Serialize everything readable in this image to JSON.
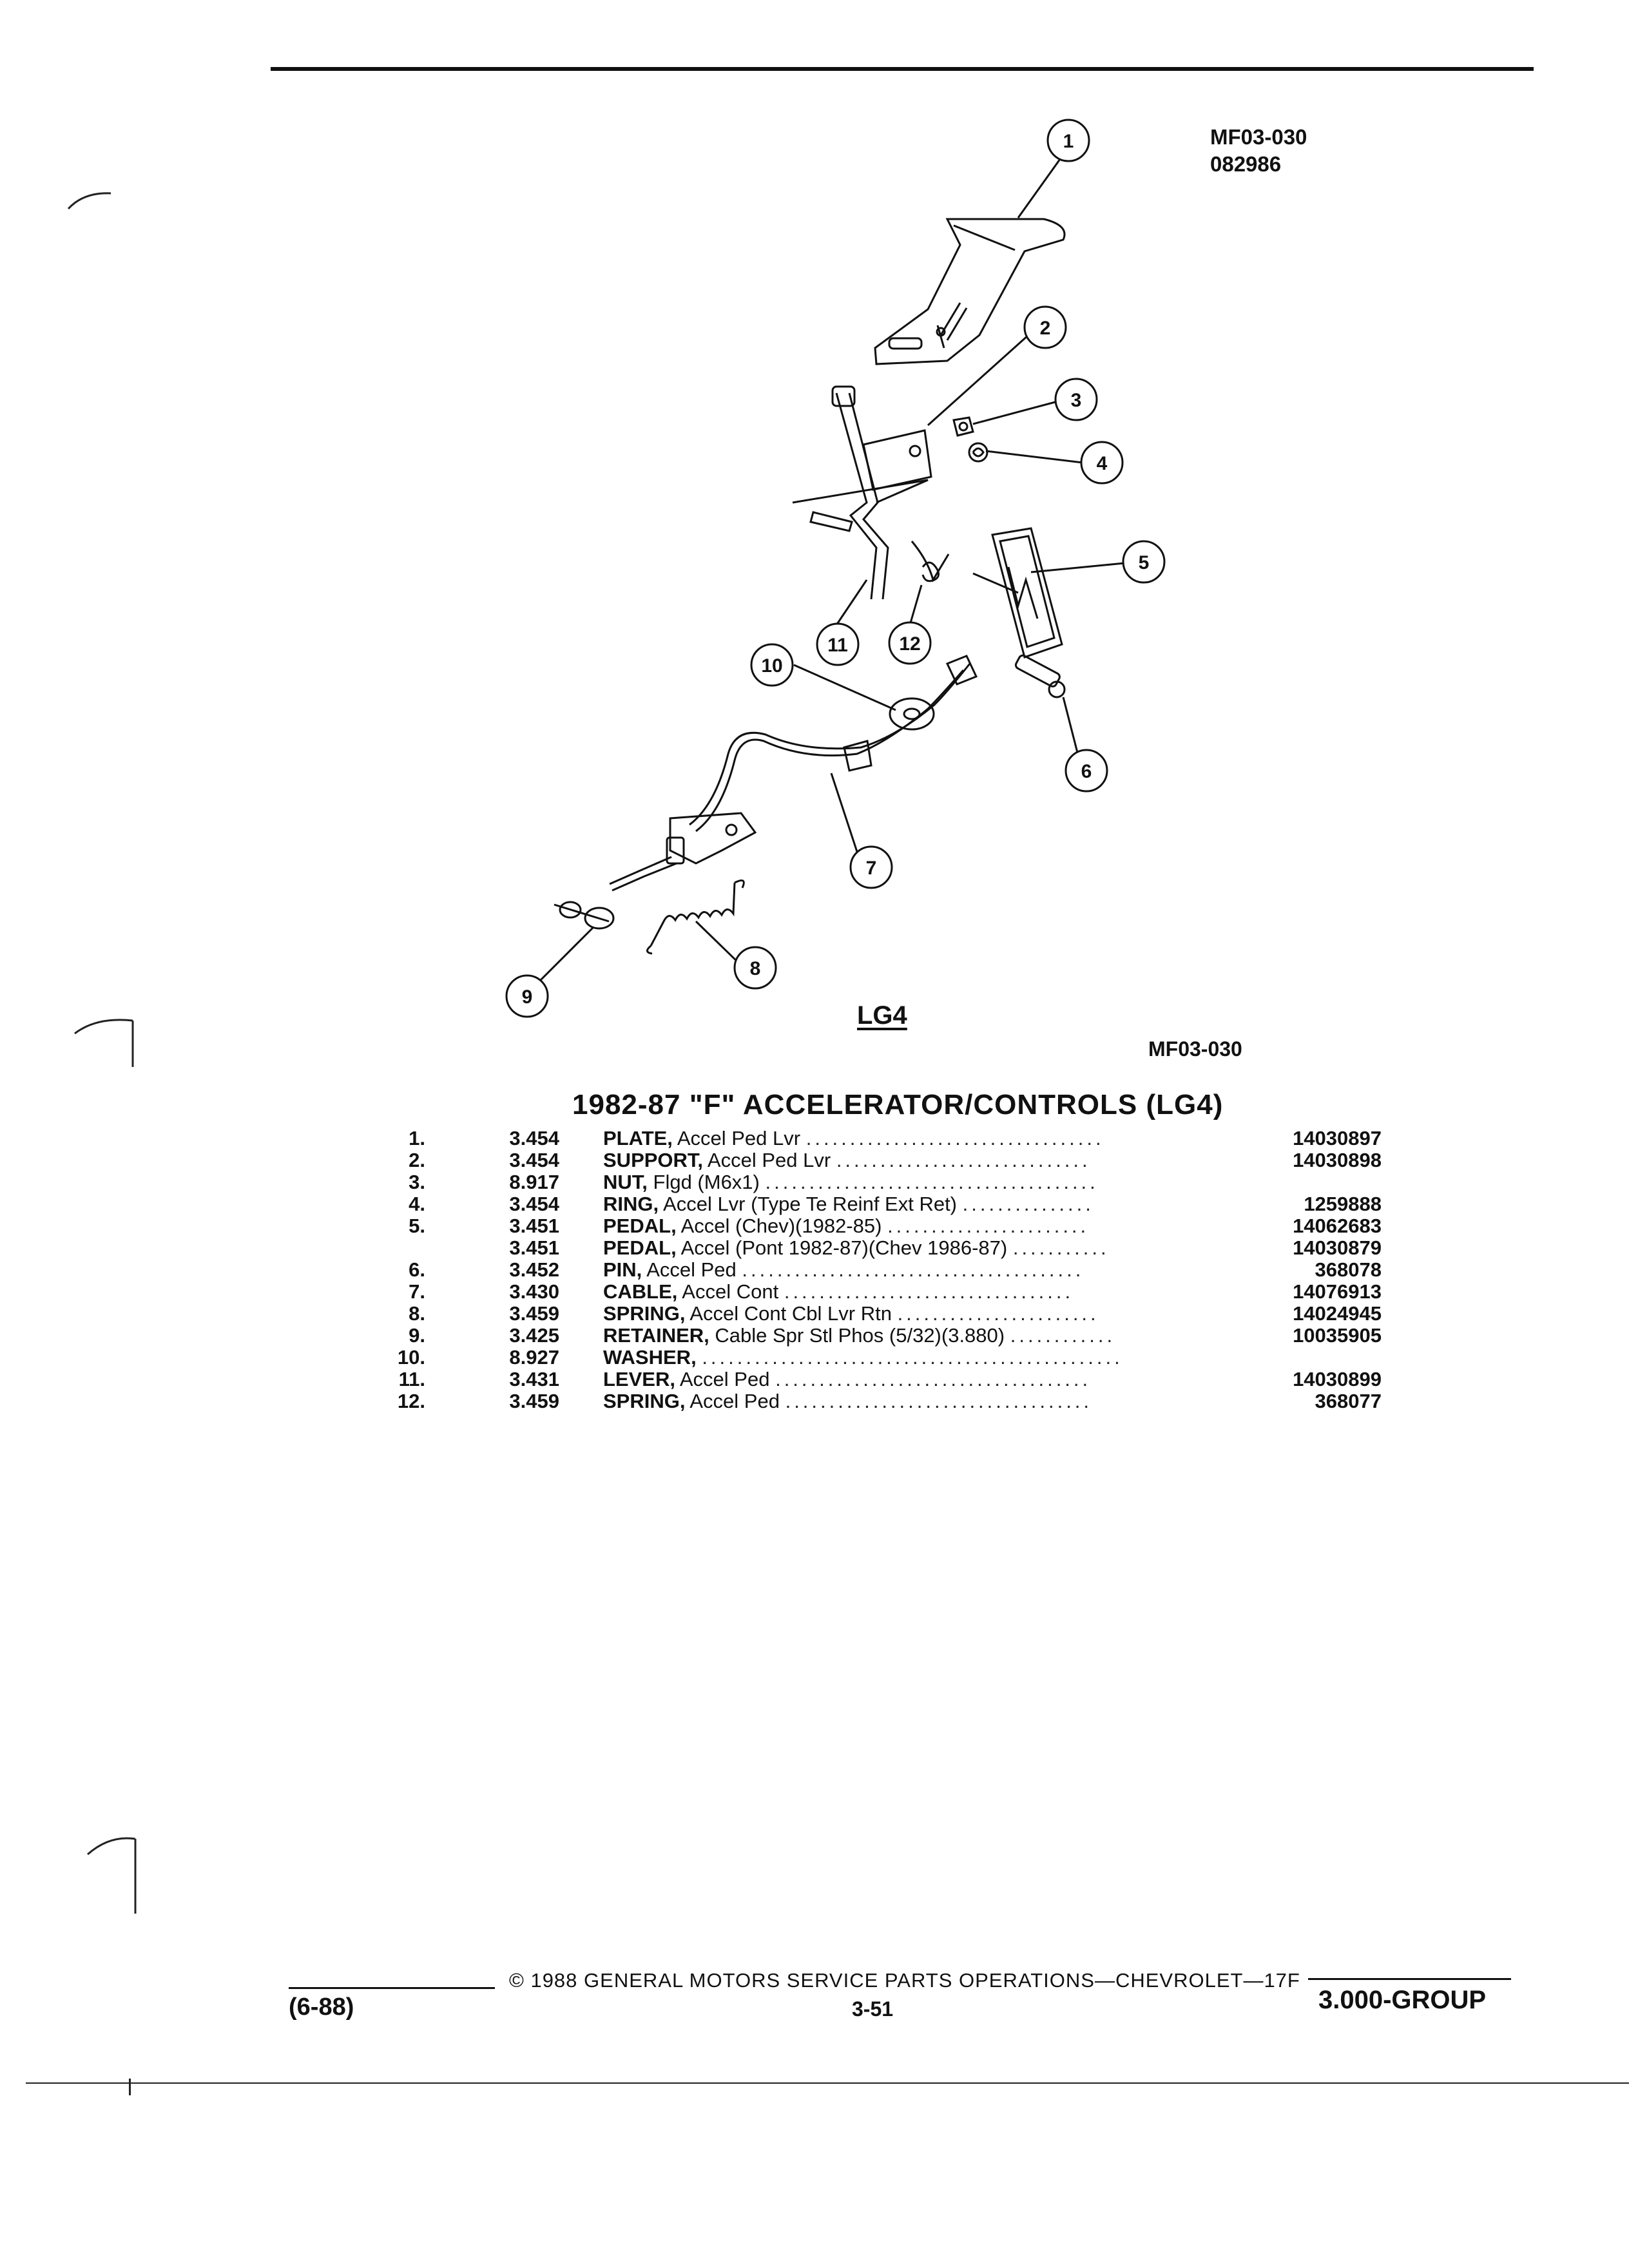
{
  "header": {
    "illustration_code": "MF03-030",
    "illustration_date": "082986"
  },
  "figure": {
    "callouts": [
      "1",
      "2",
      "3",
      "4",
      "5",
      "6",
      "7",
      "8",
      "9",
      "10",
      "11",
      "12"
    ],
    "engine_label": "LG4",
    "illustration_code_lower": "MF03-030"
  },
  "title": "1982-87 \"F\" ACCELERATOR/CONTROLS (LG4)",
  "parts": [
    {
      "num": "1.",
      "group": "3.454",
      "name": "PLATE,",
      "desc": " Accel Ped Lvr",
      "dots": "..................................",
      "pn": "14030897"
    },
    {
      "num": "2.",
      "group": "3.454",
      "name": "SUPPORT,",
      "desc": " Accel Ped Lvr",
      "dots": ".............................",
      "pn": "14030898"
    },
    {
      "num": "3.",
      "group": "8.917",
      "name": "NUT,",
      "desc": " Flgd (M6x1)",
      "dots": "......................................",
      "pn": ""
    },
    {
      "num": "4.",
      "group": "3.454",
      "name": "RING,",
      "desc": " Accel Lvr (Type Te Reinf Ext Ret)",
      "dots": "...............",
      "pn": "1259888"
    },
    {
      "num": "5.",
      "group": "3.451",
      "name": "PEDAL,",
      "desc": " Accel (Chev)(1982-85)",
      "dots": ".......................",
      "pn": "14062683"
    },
    {
      "num": "",
      "group": "3.451",
      "name": "PEDAL,",
      "desc": " Accel (Pont 1982-87)(Chev 1986-87)",
      "dots": "...........",
      "pn": "14030879"
    },
    {
      "num": "6.",
      "group": "3.452",
      "name": "PIN,",
      "desc": " Accel Ped",
      "dots": ".......................................",
      "pn": "368078"
    },
    {
      "num": "7.",
      "group": "3.430",
      "name": "CABLE,",
      "desc": " Accel Cont",
      "dots": ".................................",
      "pn": "14076913"
    },
    {
      "num": "8.",
      "group": "3.459",
      "name": "SPRING,",
      "desc": " Accel Cont Cbl Lvr Rtn",
      "dots": ".......................",
      "pn": "14024945"
    },
    {
      "num": "9.",
      "group": "3.425",
      "name": "RETAINER,",
      "desc": " Cable Spr Stl Phos (5/32)(3.880)",
      "dots": "............",
      "pn": "10035905"
    },
    {
      "num": "10.",
      "group": "8.927",
      "name": "WASHER,",
      "desc": "",
      "dots": "................................................",
      "pn": ""
    },
    {
      "num": "11.",
      "group": "3.431",
      "name": "LEVER,",
      "desc": " Accel Ped",
      "dots": "....................................",
      "pn": "14030899"
    },
    {
      "num": "12.",
      "group": "3.459",
      "name": "SPRING,",
      "desc": " Accel Ped",
      "dots": "...................................",
      "pn": "368077"
    }
  ],
  "footer": {
    "copyright": "© 1988 GENERAL MOTORS SERVICE PARTS OPERATIONS—CHEVROLET—17F",
    "date_code": "(6-88)",
    "page": "3-51",
    "group": "3.000-GROUP"
  }
}
